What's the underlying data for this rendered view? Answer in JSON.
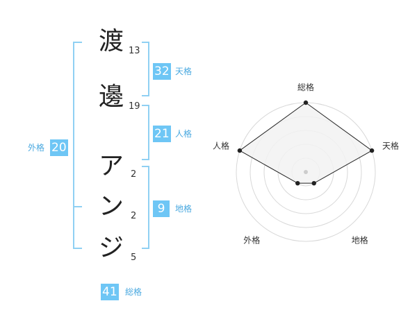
{
  "name": {
    "chars": [
      {
        "char": "渡",
        "strokes": "13"
      },
      {
        "char": "邊",
        "strokes": "19"
      },
      {
        "char": "ア",
        "strokes": "2"
      },
      {
        "char": "ン",
        "strokes": "2"
      },
      {
        "char": "ジ",
        "strokes": "5"
      }
    ]
  },
  "fortunes": {
    "ten": {
      "label": "天格",
      "value": "32"
    },
    "jin": {
      "label": "人格",
      "value": "21"
    },
    "chi": {
      "label": "地格",
      "value": "9"
    },
    "gai": {
      "label": "外格",
      "value": "20"
    },
    "sou": {
      "label": "総格",
      "value": "41"
    }
  },
  "colors": {
    "accent": "#6ec6f5",
    "bracket": "#8fd0f3",
    "radar_fill": "#f2f2f2",
    "ring": "#d8d8d8"
  },
  "chart_data": {
    "type": "radar",
    "axes": [
      "総格",
      "天格",
      "地格",
      "外格",
      "人格"
    ],
    "values": [
      5,
      5,
      1,
      1,
      5
    ],
    "rlim": [
      0,
      5
    ],
    "rings": 5
  }
}
